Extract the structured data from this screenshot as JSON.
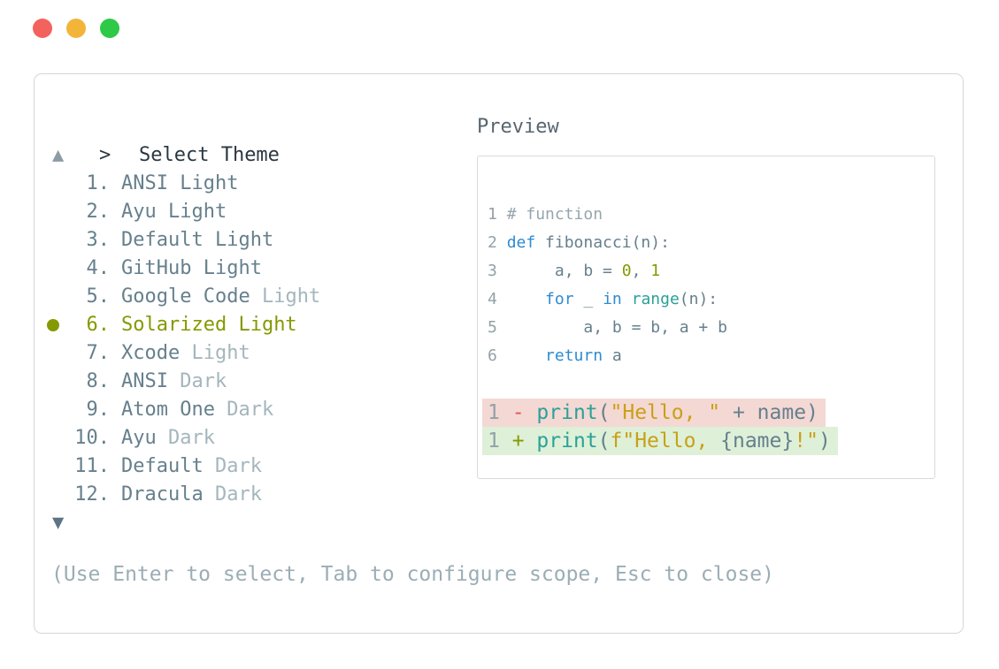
{
  "colors": {
    "border": "#d3d6d8",
    "border2": "#d7dadc",
    "title": "#2b3740",
    "previewLabel": "#56666f",
    "item": "#66808d",
    "dim": "#a4b6bd",
    "olive": "#859900",
    "muted": "#9badb5",
    "arrowUp": "#8c9ca6",
    "arrowDown": "#5d7484",
    "fg": "#65808d",
    "kw": "#2e8bd0",
    "fn": "#2aa198",
    "comment": "#97a5ac",
    "lineno": "#93a1a8",
    "str": "#c9a016",
    "del": "#e1534e",
    "removedBg": "#f4d8d4",
    "addedBg": "#def0d8",
    "lightRed": "#f4625d",
    "lightYellow": "#f3b43a",
    "lightGreen": "#2ec946"
  },
  "window": {
    "traffic_lights": [
      {
        "name": "close-button",
        "colorKey": "lightRed"
      },
      {
        "name": "minimize-button",
        "colorKey": "lightYellow"
      },
      {
        "name": "zoom-button",
        "colorKey": "lightGreen"
      }
    ]
  },
  "dialog": {
    "prompt": ">",
    "title": "Select Theme",
    "scroll_up_icon": "▲",
    "scroll_down_icon": "▼",
    "selected_indicator": "●",
    "themes": [
      {
        "num": "1.",
        "name": "ANSI",
        "variant": "Light",
        "variant_dimmed": false,
        "selected": false
      },
      {
        "num": "2.",
        "name": "Ayu",
        "variant": "Light",
        "variant_dimmed": false,
        "selected": false
      },
      {
        "num": "3.",
        "name": "Default",
        "variant": "Light",
        "variant_dimmed": false,
        "selected": false
      },
      {
        "num": "4.",
        "name": "GitHub",
        "variant": "Light",
        "variant_dimmed": false,
        "selected": false
      },
      {
        "num": "5.",
        "name": "Google Code",
        "variant": "Light",
        "variant_dimmed": true,
        "selected": false
      },
      {
        "num": "6.",
        "name": "Solarized",
        "variant": "Light",
        "variant_dimmed": false,
        "selected": true
      },
      {
        "num": "7.",
        "name": "Xcode",
        "variant": "Light",
        "variant_dimmed": true,
        "selected": false
      },
      {
        "num": "8.",
        "name": "ANSI",
        "variant": "Dark",
        "variant_dimmed": true,
        "selected": false
      },
      {
        "num": "9.",
        "name": "Atom One",
        "variant": "Dark",
        "variant_dimmed": true,
        "selected": false
      },
      {
        "num": "10.",
        "name": "Ayu",
        "variant": "Dark",
        "variant_dimmed": true,
        "selected": false
      },
      {
        "num": "11.",
        "name": "Default",
        "variant": "Dark",
        "variant_dimmed": true,
        "selected": false
      },
      {
        "num": "12.",
        "name": "Dracula",
        "variant": "Dark",
        "variant_dimmed": true,
        "selected": false
      }
    ],
    "footer_hint": "(Use Enter to select, Tab to configure scope, Esc to close)"
  },
  "preview": {
    "label": "Preview",
    "lines": [
      {
        "diff": null,
        "segs": [
          {
            "t": "1 ",
            "c": "ln"
          },
          {
            "t": "# function",
            "c": "cm"
          }
        ]
      },
      {
        "diff": null,
        "segs": [
          {
            "t": "2 ",
            "c": "ln"
          },
          {
            "t": "def",
            "c": "kw"
          },
          {
            "t": " fibonacci(n):",
            "c": "fg"
          }
        ]
      },
      {
        "diff": null,
        "segs": [
          {
            "t": "3 ",
            "c": "ln"
          },
          {
            "t": "     a, b = ",
            "c": "fg"
          },
          {
            "t": "0",
            "c": "num"
          },
          {
            "t": ", ",
            "c": "fg"
          },
          {
            "t": "1",
            "c": "num"
          }
        ]
      },
      {
        "diff": null,
        "segs": [
          {
            "t": "4 ",
            "c": "ln"
          },
          {
            "t": "    ",
            "c": "fg"
          },
          {
            "t": "for",
            "c": "kw"
          },
          {
            "t": " _ ",
            "c": "fg"
          },
          {
            "t": "in",
            "c": "kw"
          },
          {
            "t": " ",
            "c": "fg"
          },
          {
            "t": "range",
            "c": "fn"
          },
          {
            "t": "(n):",
            "c": "fg"
          }
        ]
      },
      {
        "diff": null,
        "segs": [
          {
            "t": "5 ",
            "c": "ln"
          },
          {
            "t": "        a, b = b, a + b",
            "c": "fg"
          }
        ]
      },
      {
        "diff": null,
        "segs": [
          {
            "t": "6 ",
            "c": "ln"
          },
          {
            "t": "    ",
            "c": "fg"
          },
          {
            "t": "return",
            "c": "kw"
          },
          {
            "t": " a",
            "c": "fg"
          }
        ]
      },
      {
        "diff": null,
        "segs": []
      },
      {
        "diff": "removed",
        "segs": [
          {
            "t": "1 ",
            "c": "ln"
          },
          {
            "t": "- ",
            "c": "del"
          },
          {
            "t": "print",
            "c": "fn"
          },
          {
            "t": "(",
            "c": "fg"
          },
          {
            "t": "\"Hello, \"",
            "c": "str"
          },
          {
            "t": " + name)",
            "c": "fg"
          }
        ]
      },
      {
        "diff": "added",
        "segs": [
          {
            "t": "1 ",
            "c": "ln"
          },
          {
            "t": "+ ",
            "c": "ins"
          },
          {
            "t": "print",
            "c": "fn"
          },
          {
            "t": "(",
            "c": "fg"
          },
          {
            "t": "f\"Hello, ",
            "c": "str"
          },
          {
            "t": "{name}",
            "c": "fg"
          },
          {
            "t": "!\"",
            "c": "str"
          },
          {
            "t": ")",
            "c": "fg"
          }
        ]
      }
    ]
  }
}
